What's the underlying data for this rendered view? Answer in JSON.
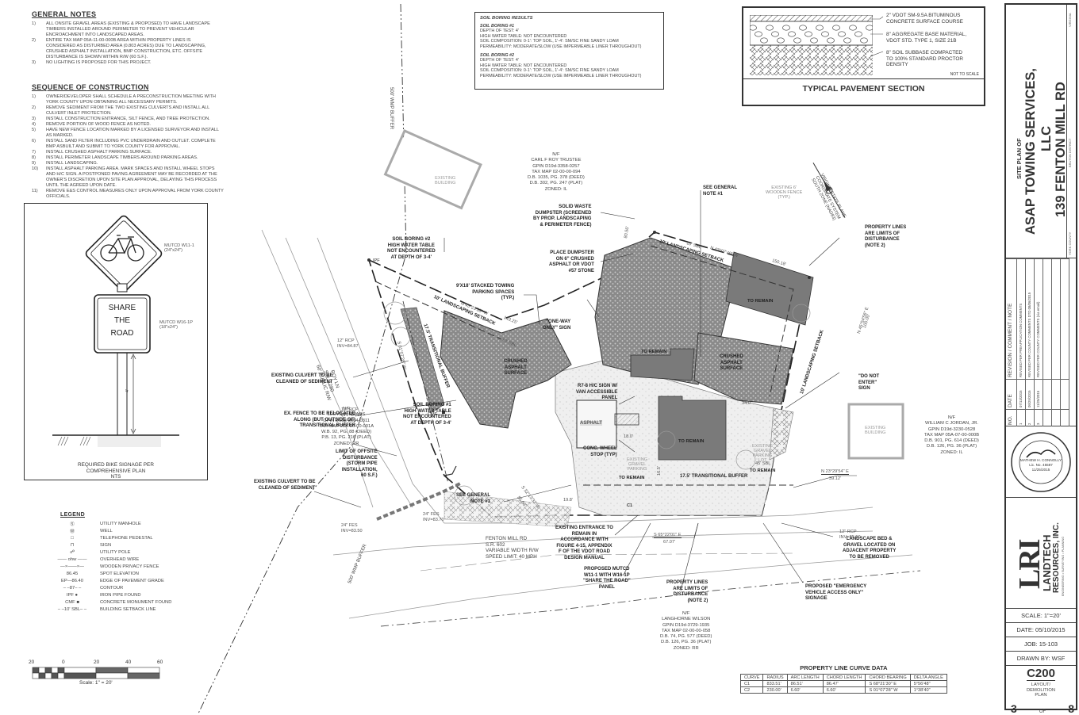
{
  "general_notes": {
    "title": "GENERAL NOTES",
    "items": [
      {
        "num": "1)",
        "lines": [
          "ALL ONSITE GRAVEL AREAS (EXISTING & PROPOSED) TO HAVE LANDSCAPE",
          "TIMBERS INSTALLED AROUND PERIMETER TO PREVENT VEHICULAR",
          "ENCROACHMENT INTO LANDSCAPED AREAS."
        ]
      },
      {
        "num": "2)",
        "lines": [
          "ENTIRE TAX MAP 05A-11-00-000B AREA WITHIN PROPERTY LINES IS",
          "CONSIDERED AS DISTURBED AREA (0.803 ACRES) DUE TO LANDSCAPING,",
          "CRUSHED ASPHALT INSTALLATION, BMP CONSTRUCTION, ETC. OFFSITE",
          "DISTURBANCE IS SHOWN WITHIN R/W (60 S.F.)."
        ]
      },
      {
        "num": "3)",
        "lines": [
          "NO LIGHTING IS PROPOSED FOR THIS PROJECT."
        ]
      }
    ]
  },
  "sequence": {
    "title": "SEQUENCE OF CONSTRUCTION",
    "items": [
      {
        "num": "1)",
        "lines": [
          "OWNER/DEVELOPER SHALL SCHEDULE A PRECONSTRUCTION MEETING WITH",
          "YORK COUNTY UPON OBTAINING ALL NECESSARY PERMITS."
        ]
      },
      {
        "num": "2)",
        "lines": [
          "REMOVE SEDIMENT FROM THE TWO EXISTING CULVERTS AND INSTALL ALL",
          "CULVERT INLET PROTECTION."
        ]
      },
      {
        "num": "3)",
        "lines": [
          "INSTALL CONSTRUCTION ENTRANCE, SILT FENCE, AND TREE PROTECTION."
        ]
      },
      {
        "num": "4)",
        "lines": [
          "REMOVE PORTION OF WOOD FENCE AS NOTED."
        ]
      },
      {
        "num": "5)",
        "lines": [
          "HAVE NEW FENCE LOCATION MARKED BY A LICENSED SURVEYOR AND INSTALL",
          "AS MARKED."
        ]
      },
      {
        "num": "6)",
        "lines": [
          "INSTALL SAND FILTER INCLUDING PVC UNDERDRAIN AND OUTLET. COMPLETE",
          "BMP ASBUILT AND SUBMIT TO YORK COUNTY FOR APPROVAL."
        ]
      },
      {
        "num": "7)",
        "lines": [
          "INSTALL CRUSHED ASPHALT PARKING SURFACE."
        ]
      },
      {
        "num": "8)",
        "lines": [
          "INSTALL PERIMETER LANDSCAPE TIMBERS AROUND PARKING AREAS."
        ]
      },
      {
        "num": "9)",
        "lines": [
          "INSTALL LANDSCAPING."
        ]
      },
      {
        "num": "10)",
        "lines": [
          "INSTALL ASPHALT PARKING AREA. MARK SPACES AND INSTALL WHEEL STOPS",
          "AND H/C SIGN. A POSTPONED PAVING AGREEMENT MAY BE RECORDED AT THE",
          "OWNER'S DISCRETION UPON SITE PLAN APPROVAL, DELAYING THIS PROCESS",
          "UNTIL THE AGREED UPON DATE."
        ]
      },
      {
        "num": "11)",
        "lines": [
          "REMOVE E&S CONTROL MEASURES ONLY UPON APPROVAL FROM YORK COUNTY",
          "OFFICIALS."
        ]
      }
    ]
  },
  "bike_sign": {
    "sign1_label": "MUTCD W11-1",
    "sign1_size": "(24\"x24\")",
    "sign2_label": "MUTCD W16-1P",
    "sign2_size": "(18\"x24\")",
    "panel_lines": [
      "SHARE",
      "THE",
      "ROAD"
    ],
    "height_dim": "4'",
    "caption": [
      "REQUIRED BIKE SIGNAGE PER",
      "COMPREHENSIVE PLAN",
      "NTS"
    ]
  },
  "legend": {
    "title": "LEGEND",
    "items": [
      {
        "symbol": "Ⓢ",
        "label": "UTILITY MANHOLE"
      },
      {
        "symbol": "Ⓦ",
        "label": "WELL"
      },
      {
        "symbol": "□",
        "label": "TELEPHONE PEDESTAL"
      },
      {
        "symbol": "⊓",
        "label": "SIGN"
      },
      {
        "symbol": "☍",
        "label": "UTILITY POLE"
      },
      {
        "symbol": "—— ohw ——",
        "label": "OVERHEAD WIRE"
      },
      {
        "symbol": "—×——×—",
        "label": "WOODEN PRIVACY FENCE"
      },
      {
        "symbol": "86.45",
        "label": "SPOT ELEVATION"
      },
      {
        "symbol": "EP—86.40",
        "label": "EDGE OF PAVEMENT GRADE"
      },
      {
        "symbol": "– –87– –",
        "label": "CONTOUR"
      },
      {
        "symbol": "IPF ●",
        "label": "IRON PIPE FOUND"
      },
      {
        "symbol": "CMF ■",
        "label": "CONCRETE MONUMENT FOUND"
      },
      {
        "symbol": "– –10' SBL– –",
        "label": "BUILDING SETBACK LINE"
      }
    ]
  },
  "scale_bar": {
    "ticks": [
      "20",
      "0",
      "20",
      "40",
      "60"
    ],
    "label": "Scale: 1\" = 20'"
  },
  "soil_boring": {
    "title": "SOIL BORING RESULTS",
    "borings": [
      {
        "name": "SOIL BORING #1",
        "lines": [
          "DEPTH OF TEST: 4'",
          "HIGH WATER TABLE: NOT ENCOUNTERED",
          "SOIL COMPOSITION: 0-1': TOP SOIL, 1'-4': SM/SC FINE SANDY LOAM",
          "PERMEABILITY: MODERATE/SLOW (USE IMPERMEABLE LINER THROUGHOUT)"
        ]
      },
      {
        "name": "SOIL BORING #2",
        "lines": [
          "DEPTH OF TEST: 4'",
          "HIGH WATER TABLE: NOT ENCOUNTERED",
          "SOIL COMPOSITION: 0-1': TOP SOIL, 1'-4': SM/SC FINE SANDY LOAM",
          "PERMEABILITY: MODERATE/SLOW (USE IMPERMEABLE LINER THROUGHOUT)"
        ]
      }
    ]
  },
  "pavement": {
    "layers": [
      [
        "2\" VDOT SM-9.5A BITUMINOUS",
        "CONCRETE SURFACE COURSE"
      ],
      [
        "8\" AGGREGATE BASE MATERIAL,",
        "VDOT STD. TYPE 1, SIZE 21B"
      ],
      [
        "8\" SOIL SUBBASE COMPACTED",
        "TO 100% STANDARD PROCTOR",
        "DENSITY"
      ]
    ],
    "not_to_scale": "NOT TO SCALE",
    "title": "TYPICAL PAVEMENT SECTION"
  },
  "plan": {
    "parcels": {
      "roy": [
        "N/F",
        "CARL F ROY TRUSTEE",
        "GPIN D19d-3358-0257",
        "TAX MAP 02-00-00-094",
        "D.B. 1035, PG. 378 (DEED)",
        "D.B. 302, PG. 247 (PLAT)",
        "ZONED: IL"
      ],
      "mears": [
        "N/F",
        "LLOYD P. MEARS",
        "GPIN D19d-3664-0311",
        "TAX MAP 05A-06-00-001A",
        "W.B. 92, PG. 88 (DEED)",
        "P.B. 13, PG. 216 (PLAT)",
        "ZONED: RR"
      ],
      "jordan": [
        "N/F",
        "WILLIAM C JORDAN, JR.",
        "GPIN D19d-3230-0528",
        "TAX MAP 05A-07-00-000B",
        "D.B. 901, PG. 614 (DEED)",
        "D.B. 126, PG. 36 (PLAT)",
        "ZONED: IL"
      ],
      "wilson": [
        "N/F",
        "LANGHORNE WILSON",
        "GPIN D19d-3729-1935",
        "TAX MAP 02-00-00-058",
        "D.B. 74, PG. 577 (DEED)",
        "D.B. 126, PG. 36 (PLAT)",
        "ZONED: RR"
      ]
    },
    "callouts": {
      "soil2": [
        "SOIL BORING #2",
        "HIGH WATER TABLE",
        "NOT ENCOUNTERED",
        "AT DEPTH OF 3-4'"
      ],
      "soil1": [
        "SOIL BORING #1",
        "HIGH WATER TABLE",
        "NOT ENCOUNTERED",
        "AT DEPTH OF 3-4'"
      ],
      "stacked": [
        "9'X18' STACKED TOWING",
        "PARKING SPACES",
        "(TYP.)"
      ],
      "dumpster": [
        "SOLID WASTE",
        "DUMPSTER (SCREENED",
        "BY PROP. LANDSCAPING",
        "& PERIMETER FENCE)"
      ],
      "place_dumpster": [
        "PLACE DUMPSTER",
        "ON 6\" CRUSHED",
        "ASPHALT OR VDOT",
        "#57 STONE"
      ],
      "see_note1_top": [
        "SEE GENERAL",
        "NOTE #1"
      ],
      "see_note1_bottom": [
        "SEE GENERAL",
        "NOTE #1"
      ],
      "one_way": [
        "\"ONE-WAY",
        "ONLY\" SIGN"
      ],
      "prop_lines_top": [
        "PROPERTY LINES",
        "ARE LIMITS OF",
        "DISTURBANCE",
        "(NOTE 2)"
      ],
      "prop_lines_bottom": [
        "PROPERTY LINES",
        "ARE LIMITS OF",
        "DISTURBANCE",
        "(NOTE 2)"
      ],
      "do_not_enter": [
        "\"DO NOT",
        "ENTER\"",
        "SIGN"
      ],
      "hc_sign": [
        "R7-8 H/C SIGN W/",
        "VAN ACCESSIBLE",
        "PANEL"
      ],
      "culvert1": [
        "EXISTING CULVERT TO BE",
        "CLEANED OF SEDIMENT"
      ],
      "culvert2": [
        "EXISTING CULVERT TO BE",
        "CLEANED OF SEDIMENT"
      ],
      "fence": [
        "EX. FENCE TO BE RELOCATED",
        "ALONG (BUT OUTSIDE OF)",
        "TRANSITIONAL BUFFER"
      ],
      "offsite": [
        "LIMIT OF OFFSITE",
        "DISTURBANCE",
        "(STORM PIPE",
        "INSTALLATION,",
        "60 S.F.)"
      ],
      "wheel_stop": [
        "CONC. WHEEL",
        "STOP (TYP)"
      ],
      "entrance": [
        "EXISTING ENTRANCE TO",
        "REMAIN IN",
        "ACCORDANCE WITH",
        "FIGURE 4-15, APPENDIX",
        "F OF THE VDOT ROAD",
        "DESIGN MANUAL"
      ],
      "mutcd": [
        "PROPOSED MUTCD",
        "W11-1 WITH W16-1P",
        "\"SHARE THE ROAD\"",
        "PANEL"
      ],
      "landscape_bed": [
        "LANDSCAPE BED &",
        "GRAVEL LOCATED ON",
        "ADJACENT PROPERTY",
        "TO BE REMOVED"
      ],
      "emergency": [
        "PROPOSED \"EMERGENCY",
        "VEHICLE ACCESS ONLY\"",
        "SIGNAGE"
      ]
    },
    "labels": {
      "existing_building": [
        "EXISTING",
        "BUILDING"
      ],
      "wmp_buffer": "500' WMP BUFFER",
      "fence_existing": [
        "EXISTING 6'",
        "WOODEN FENCE",
        "(TYP.)"
      ],
      "coord": [
        "VIRGINIA STATE PLANE",
        "COORDINATE SYSTEM",
        "SOUTH ZONE (NAD83)"
      ],
      "to_remain": "TO REMAIN",
      "crushed_asphalt": [
        "CRUSHED",
        "ASPHALT",
        "SURFACE"
      ],
      "asphalt": "ASPHALT",
      "gravel_lot": [
        "EXISTING",
        "GRAVEL",
        "PARKING",
        "LOT"
      ],
      "gravel_parking": [
        "EXISTING",
        "GRAVEL",
        "PARKING"
      ],
      "transitional_buffer": "17.5' TRANSITIONAL BUFFER",
      "landscaping_setback": "10' LANDSCAPING SETBACK",
      "sbl10": "10' SBL",
      "sbl45": "45' SBL",
      "bearing_top": "N 43°07'49\" W",
      "dist_top": "150.18'",
      "bearing_left": "N 43°23'33\" W",
      "dist_left": "143.25'",
      "bearing_west": "S 01°07'28\" W",
      "dist_west": "109.95'",
      "bearing_right": "N 45°54'56\" E",
      "dist_right": "100.00'",
      "bearing_se": "N 23°29'54\" E",
      "dist_se": "39.12'",
      "bearing_s": "S 65°22'01\" E",
      "dist_s": "67.07'",
      "bearing_sw": "S 32°13'32\" E",
      "dist_sw": "85.68'",
      "bearing_dump": "80.56'",
      "road_name": [
        "FENTON MILL RD",
        "S.R. 602",
        "VARIABLE WIDTH R/W",
        "SPEED LIMIT: 40 MPH"
      ],
      "roy_ln": [
        "ROY LN",
        "S.R. 1280",
        "60' PUBLIC R/W"
      ],
      "rcp1": [
        "12\" RCP",
        "INV=84.87"
      ],
      "rcp2": [
        "12\" RCP",
        "INV=84.67"
      ],
      "rcp3": [
        "12\" RCP",
        "INV=85.50"
      ],
      "fes1": [
        "24\" FES",
        "INV=83.50"
      ],
      "fes2": [
        "24\" FES",
        "INV=83.70"
      ],
      "dim_34": "34.0'",
      "dim_18": "18.0'",
      "dim_165": "16.5'",
      "dim_198": "19.8'",
      "c1": "C1",
      "ipf": "IPF",
      "cmf": "CMF"
    }
  },
  "curve_table": {
    "title": "PROPERTY LINE CURVE DATA",
    "headers": [
      "CURVE",
      "RADIUS",
      "ARC LENGTH",
      "CHORD LENGTH",
      "CHORD BEARING",
      "DELTA ANGLE"
    ],
    "rows": [
      [
        "C1",
        "833.51'",
        "86.51'",
        "86.47'",
        "S 68°21'30\" E",
        "5°56'48\""
      ],
      [
        "C2",
        "230.00'",
        "6.60'",
        "6.60'",
        "S 01°07'28\" W",
        "1°38'40\""
      ]
    ]
  },
  "title_block": {
    "site_plan_of": "SITE PLAN OF",
    "company": "ASAP TOWING SERVICES,",
    "company2": "LLC",
    "address": "139 FENTON MILL RD",
    "county": "YORK COUNTY",
    "district": "BRUTON DISTRICT",
    "state": "VIRGINIA",
    "revisions_headers": [
      "NO.",
      "DATE",
      "REVISION / COMMENT / NOTE"
    ],
    "revisions": [
      [
        "1",
        "07/13/2015",
        "REVISED PER PREAPPLICATION COMMENTS"
      ],
      [
        "2",
        "09/29/2015",
        "REVISED PER COUNTY COMMENTS DTD 08/06/2015"
      ],
      [
        "3",
        "11/25/2015",
        "REVISED PER COUNTY COMMENTS (via email)"
      ]
    ],
    "seal": {
      "ring": "COMMONWEALTH OF VIRGINIA",
      "name": "MATHEW H. CONNOLLY",
      "lic": "Lic. No. 45587",
      "date": "11/25/2015",
      "bottom": "PROFESSIONAL ENGINEER"
    },
    "firm": {
      "logo": "LRI",
      "name": "LANDTECH",
      "name2": "RESOURCES, INC.",
      "tagline": "ENGINEERING • SURVEYING • PLANNING"
    },
    "scale": "SCALE: 1\"=20'",
    "date": "DATE: 05/10/2015",
    "job": "JOB: 15-103",
    "drawn_by": "DRAWN BY: WSF",
    "sheet_id": "C200",
    "sheet_title": [
      "LAYOUT/",
      "DEMOLITION",
      "PLAN"
    ],
    "sheet_num": "3",
    "of": "OF",
    "sheet_total": "8"
  }
}
